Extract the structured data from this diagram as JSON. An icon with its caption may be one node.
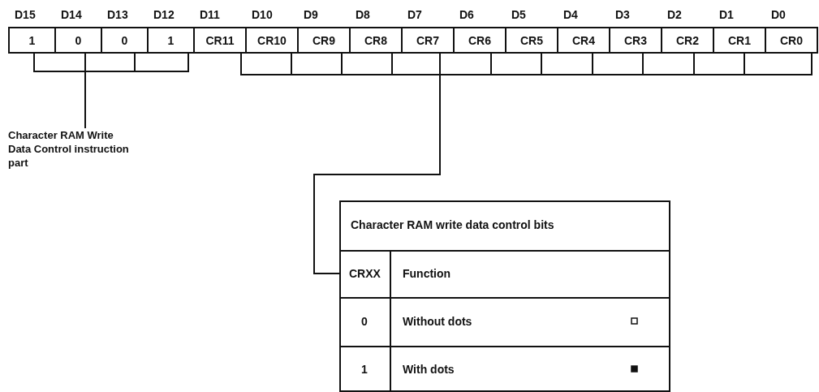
{
  "diagram": {
    "nodes": [
      {
        "text": [
          "1"
        ]
      },
      {
        "text": [
          "0"
        ]
      },
      {
        "text": [
          "0"
        ]
      },
      {
        "text": [
          "1"
        ]
      },
      {
        "text": [
          "CR11"
        ]
      },
      {
        "text": [
          "CR10"
        ]
      },
      {
        "text": [
          "CR9"
        ]
      },
      {
        "text": [
          "CR8"
        ]
      },
      {
        "text": [
          "CR7"
        ]
      },
      {
        "text": [
          "CR6"
        ]
      },
      {
        "text": [
          "CR5"
        ]
      },
      {
        "text": [
          "CR4"
        ]
      },
      {
        "text": [
          "CR3"
        ]
      },
      {
        "text": [
          "CR2"
        ]
      },
      {
        "text": [
          "CR1"
        ]
      },
      {
        "text": [
          "CR0"
        ]
      },
      {
        "text": [],
        "shape": "bracket"
      },
      {
        "text": [
          "Character RAM Write Data Control instruction part"
        ]
      },
      {
        "text": [],
        "shape": "bracket"
      },
      {
        "text": [
          "Character RAM write data control bits"
        ]
      }
    ],
    "edges": [
      {
        "from": 16,
        "to": 17,
        "arrow": "none"
      },
      {
        "from": 18,
        "to": 19,
        "arrow": "none"
      }
    ],
    "labels": [
      "D15",
      "D14",
      "D13",
      "D12",
      "D11",
      "D10",
      "D9",
      "D8",
      "D7",
      "D6",
      "D5",
      "D4",
      "D3",
      "D2",
      "D1",
      "D0",
      "CRXX",
      "Function",
      "0",
      "Without dots",
      "1",
      "With dots"
    ]
  }
}
